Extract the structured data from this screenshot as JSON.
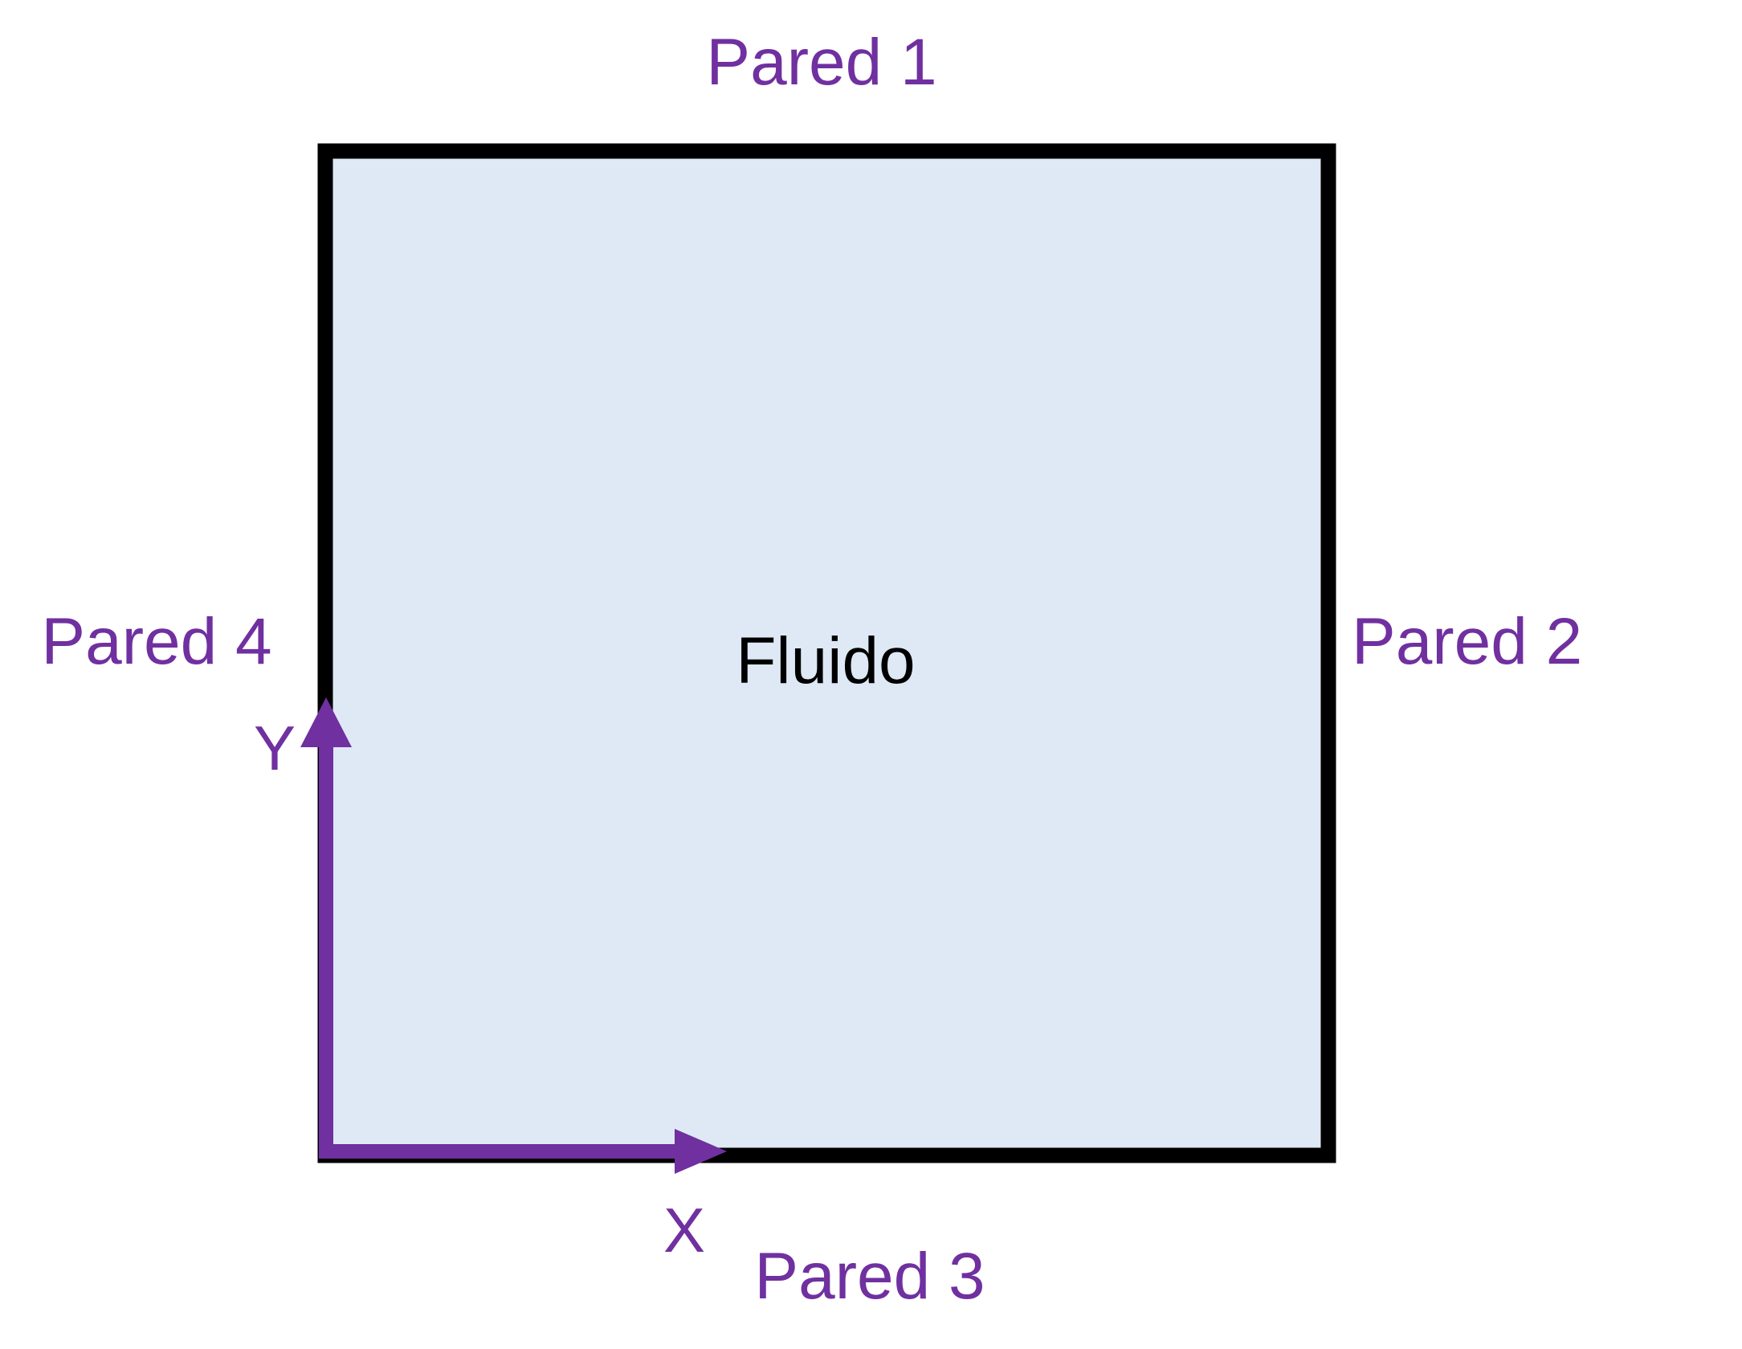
{
  "colors": {
    "label_accent": "#7030a0",
    "fluid_fill": "#dee9f5",
    "boundary_stroke": "#000000",
    "fluid_text": "#000000"
  },
  "walls": {
    "top": "Pared 1",
    "right": "Pared 2",
    "bottom": "Pared 3",
    "left": "Pared 4"
  },
  "domain_region": {
    "label": "Fluido"
  },
  "axes": {
    "x_label": "X",
    "y_label": "Y"
  }
}
